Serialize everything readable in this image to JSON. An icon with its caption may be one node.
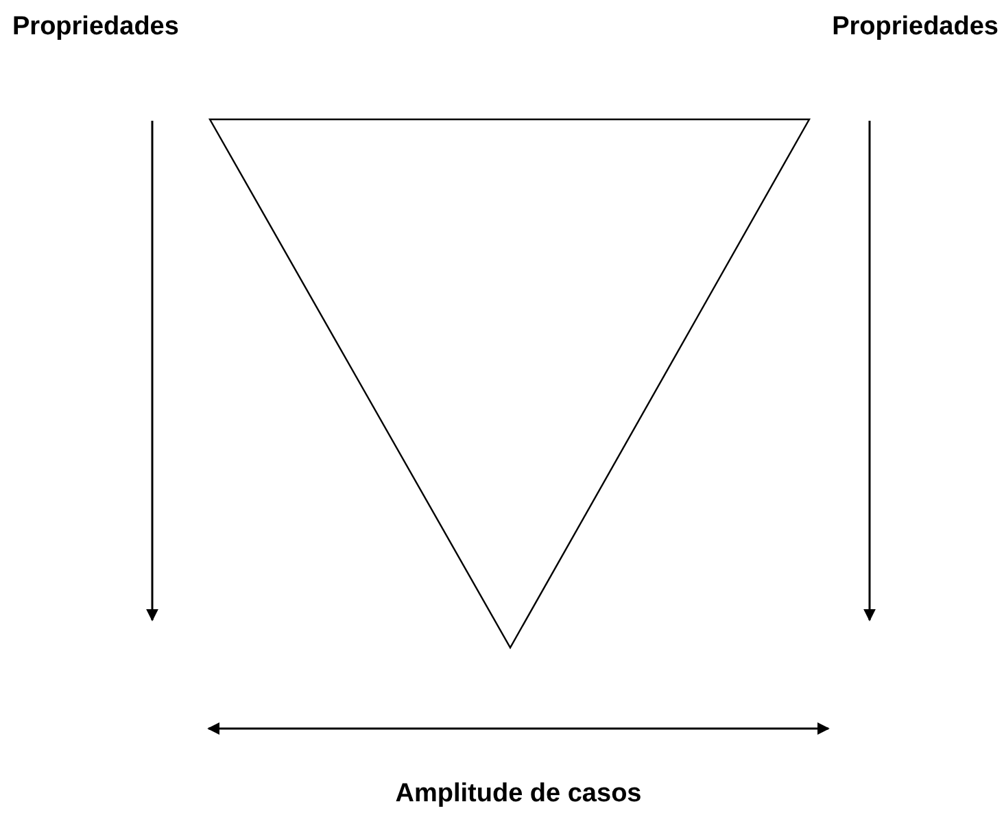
{
  "diagram": {
    "labels": [
      "Propriedades",
      "Propriedades",
      "Amplitude de casos"
    ]
  }
}
